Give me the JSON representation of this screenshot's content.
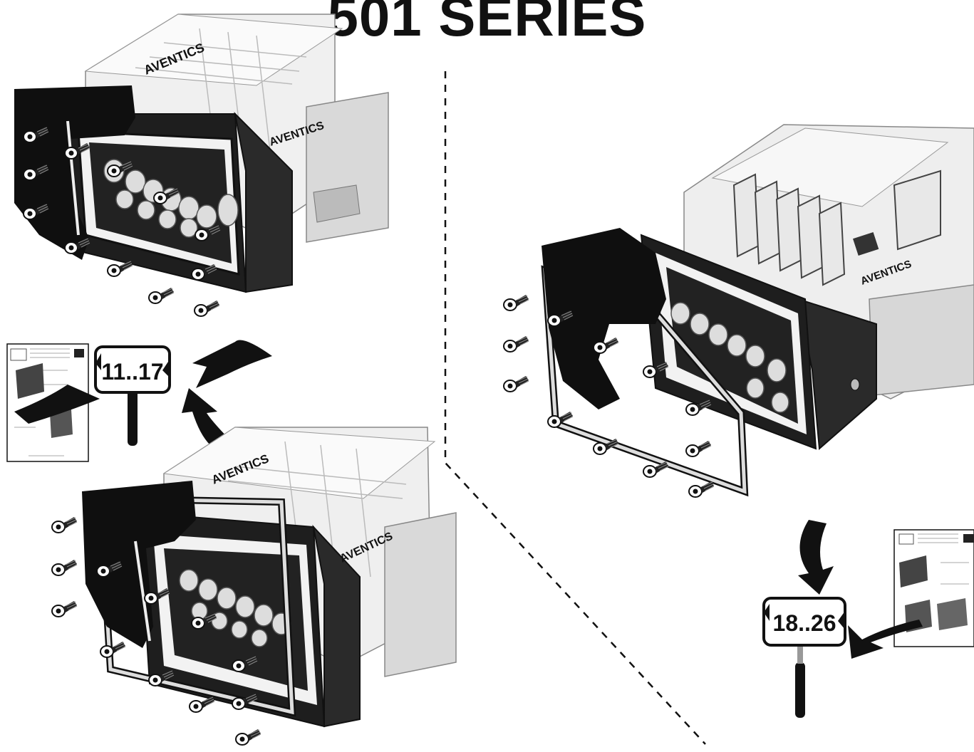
{
  "title": "501 SERIES",
  "step_ranges": [
    "11..17",
    "18..26"
  ],
  "brand_marks": [
    "AVENTICS",
    "AVENTICS",
    "AVENTICS",
    "AVENTICS"
  ],
  "colors": {
    "ink": "#111111",
    "paper": "#ffffff",
    "valve_light": "#ededed",
    "shade": "#bdbdbd"
  }
}
